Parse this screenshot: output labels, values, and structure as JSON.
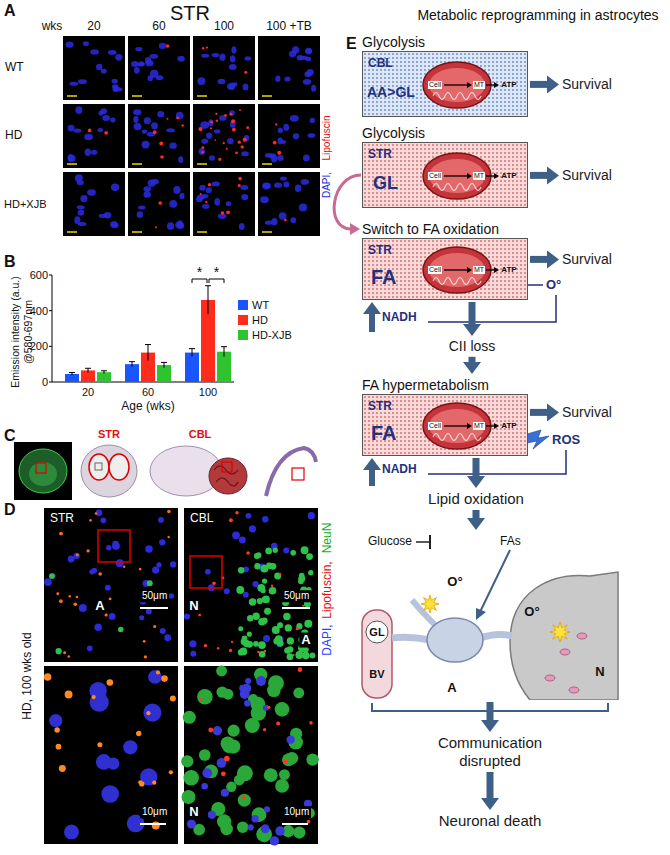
{
  "diagram": {
    "nodes": [
      {
        "text": [
          "Glycolysis",
          "CBL",
          "AA>GL",
          "Cell",
          "MT",
          "ATP"
        ]
      },
      {
        "text": [
          "Survival"
        ]
      },
      {
        "text": [
          "Glycolysis",
          "STR",
          "GL",
          "Cell",
          "MT",
          "ATP"
        ]
      },
      {
        "text": [
          "Survival"
        ]
      },
      {
        "text": [
          "Switch to FA oxidation",
          "STR",
          "FA",
          "Cell",
          "MT",
          "ATP"
        ]
      },
      {
        "text": [
          "Survival"
        ]
      },
      {
        "text": [
          "CII loss"
        ]
      },
      {
        "text": [
          "FA hypermetabolism",
          "STR",
          "FA",
          "Cell",
          "MT",
          "ATP"
        ]
      },
      {
        "text": [
          "Survival"
        ]
      },
      {
        "text": [
          "Lipid oxidation"
        ]
      },
      {
        "text": [
          "Glucose",
          "FAs",
          "O°",
          "O°",
          "BV",
          "GL",
          "A",
          "N"
        ]
      },
      {
        "text": [
          "Communication disrupted"
        ]
      },
      {
        "text": [
          "Neuronal death"
        ]
      }
    ],
    "edges": [
      {
        "from": 0,
        "to": 1,
        "arrow": "to"
      },
      {
        "from": 2,
        "to": 3,
        "arrow": "to"
      },
      {
        "from": 2,
        "to": 4,
        "arrow": "to"
      },
      {
        "from": 4,
        "to": 5,
        "arrow": "to"
      },
      {
        "from": 4,
        "to": 6,
        "arrow": "to"
      },
      {
        "from": 6,
        "to": 7,
        "arrow": "to"
      },
      {
        "from": 7,
        "to": 8,
        "arrow": "to"
      },
      {
        "from": 7,
        "to": 9,
        "arrow": "to"
      },
      {
        "from": 9,
        "to": 10,
        "arrow": "to"
      },
      {
        "from": 10,
        "to": 11,
        "arrow": "to"
      },
      {
        "from": 11,
        "to": 12,
        "arrow": "to"
      }
    ],
    "labels": [
      "A",
      "STR",
      "wks",
      "20",
      "60",
      "100",
      "100 +TB",
      "WT",
      "HD",
      "HD+XJB",
      "DAPI,",
      "Lipofuscin",
      "B",
      "Emission intensity (a.u.)",
      "@580-697nm",
      "600",
      "400",
      "200",
      "0",
      "20",
      "60",
      "100",
      "Age (wks)",
      "*",
      "*",
      "C",
      "STR",
      "CBL",
      "D",
      "STR",
      "CBL",
      "A",
      "50μm",
      "N",
      "A",
      "50μm",
      "10μm",
      "N",
      "10μm",
      "HD, 100 wks old",
      "DAPI,",
      "Lipofuscin,",
      "NeuN",
      "Metabolic reprogramming in astrocytes",
      "E",
      "O°",
      "NADH",
      "ROS",
      "NADH"
    ],
    "legend": [
      {
        "text": "WT",
        "color": "#1a56ff"
      },
      {
        "text": "HD",
        "color": "#ff2b1c"
      },
      {
        "text": "HD-XJB",
        "color": "#2fc42f"
      }
    ]
  }
}
